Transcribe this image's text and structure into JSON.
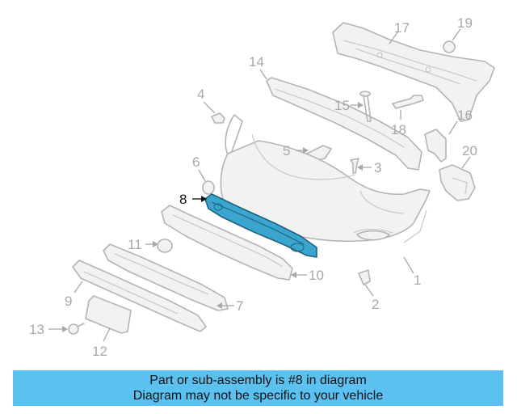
{
  "diagram": {
    "callouts": {
      "c1": "1",
      "c2": "2",
      "c3": "3",
      "c4": "4",
      "c5": "5",
      "c6": "6",
      "c7": "7",
      "c8": "8",
      "c9": "9",
      "c10": "10",
      "c11": "11",
      "c12": "12",
      "c13": "13",
      "c14": "14",
      "c15": "15",
      "c16": "16",
      "c17": "17",
      "c18": "18",
      "c19": "19",
      "c20": "20"
    },
    "highlight_part": "8",
    "highlight_color": "#3aa6cf",
    "line_color": "#b4b4b4"
  },
  "banner": {
    "line1": "Part or sub-assembly is #8 in diagram",
    "line2": "Diagram may not be specific to your vehicle",
    "background": "#5bc1f0"
  }
}
